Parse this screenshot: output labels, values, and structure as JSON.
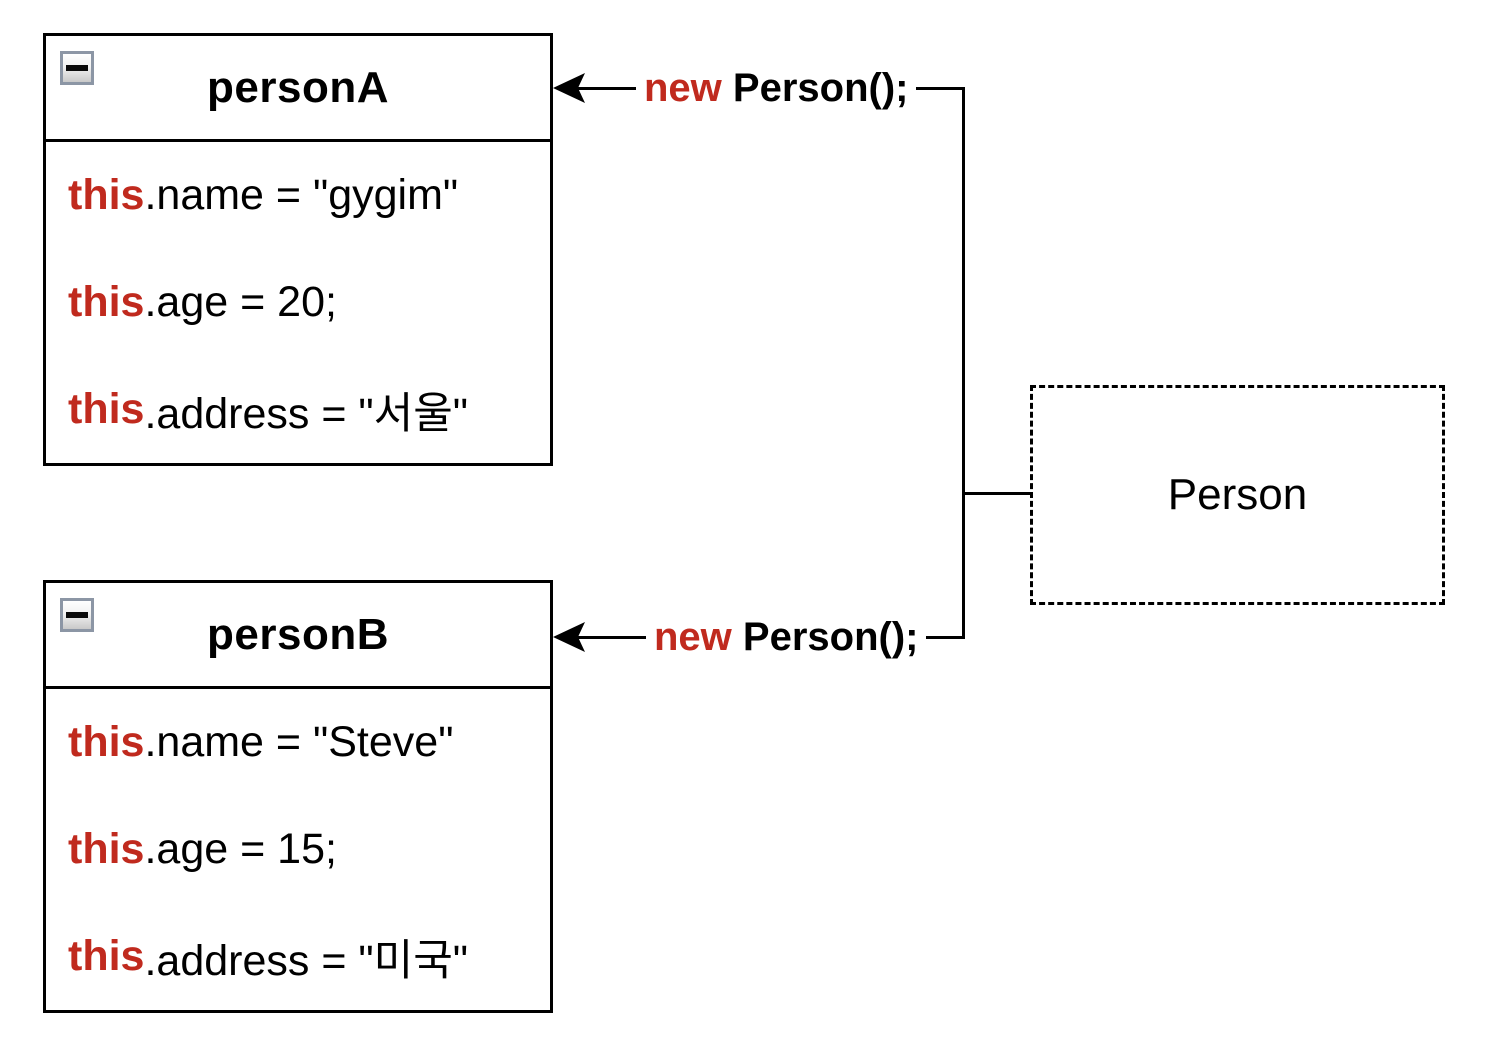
{
  "colors": {
    "keyword_red": "#C02A1E",
    "outline_black": "#000000",
    "collapse_button_border": "#8C96A5"
  },
  "object_boxes": [
    {
      "title": "personA",
      "collapse_icon": "minus",
      "rows": [
        {
          "keyword": "this",
          "rest": ".name = \"gygim\""
        },
        {
          "keyword": "this",
          "rest": ".age = 20;"
        },
        {
          "keyword": "this",
          "rest": ".address = \"서울\""
        }
      ]
    },
    {
      "title": "personB",
      "collapse_icon": "minus",
      "rows": [
        {
          "keyword": "this",
          "rest": ".name = \"Steve\""
        },
        {
          "keyword": "this",
          "rest": ".age = 15;"
        },
        {
          "keyword": "this",
          "rest": ".address = \"미국\""
        }
      ]
    }
  ],
  "constructor_labels": [
    {
      "keyword": "new",
      "rest": " Person();"
    },
    {
      "keyword": "new",
      "rest": " Person();"
    }
  ],
  "class_box": {
    "label": "Person"
  }
}
